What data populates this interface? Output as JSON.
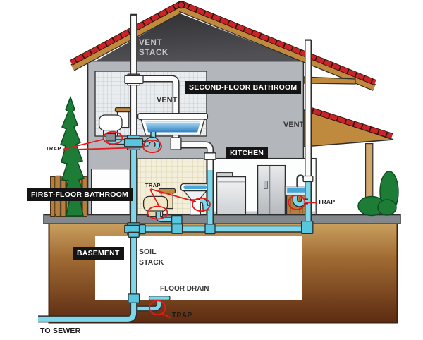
{
  "labels": {
    "vent_stack": "VENT STACK",
    "bathroom_vent": "VENT",
    "second_floor_bathroom": "SECOND-FLOOR BATHROOM",
    "wall_vent": "VENT",
    "kitchen": "KITCHEN",
    "first_floor_bathroom": "FIRST-FLOOR BATHROOM",
    "basement": "BASEMENT",
    "soil_stack": "SOIL STACK",
    "floor_drain": "FLOOR DRAIN",
    "to_sewer": "TO SEWER",
    "trap_second_floor": "TRAP",
    "trap_first_floor": "TRAP",
    "trap_kitchen": "TRAP",
    "trap_floor_drain": "TRAP"
  },
  "colors": {
    "annotation_red": "#e8191c",
    "pipe_cyan": "#7fd8ea",
    "pipe_white": "#fbfbfb",
    "roof_tile_red": "#c8242a",
    "roof_wood_tan": "#c08a3e",
    "wall_gray": "#b3b7bb",
    "attic_dark": "#3c3c3f",
    "ground_top": "#c9a05e",
    "ground_bottom": "#5c2b12",
    "label_bg": "#141414",
    "water_blue": "#4aa8d8",
    "tree_green": "#1d7d36"
  }
}
